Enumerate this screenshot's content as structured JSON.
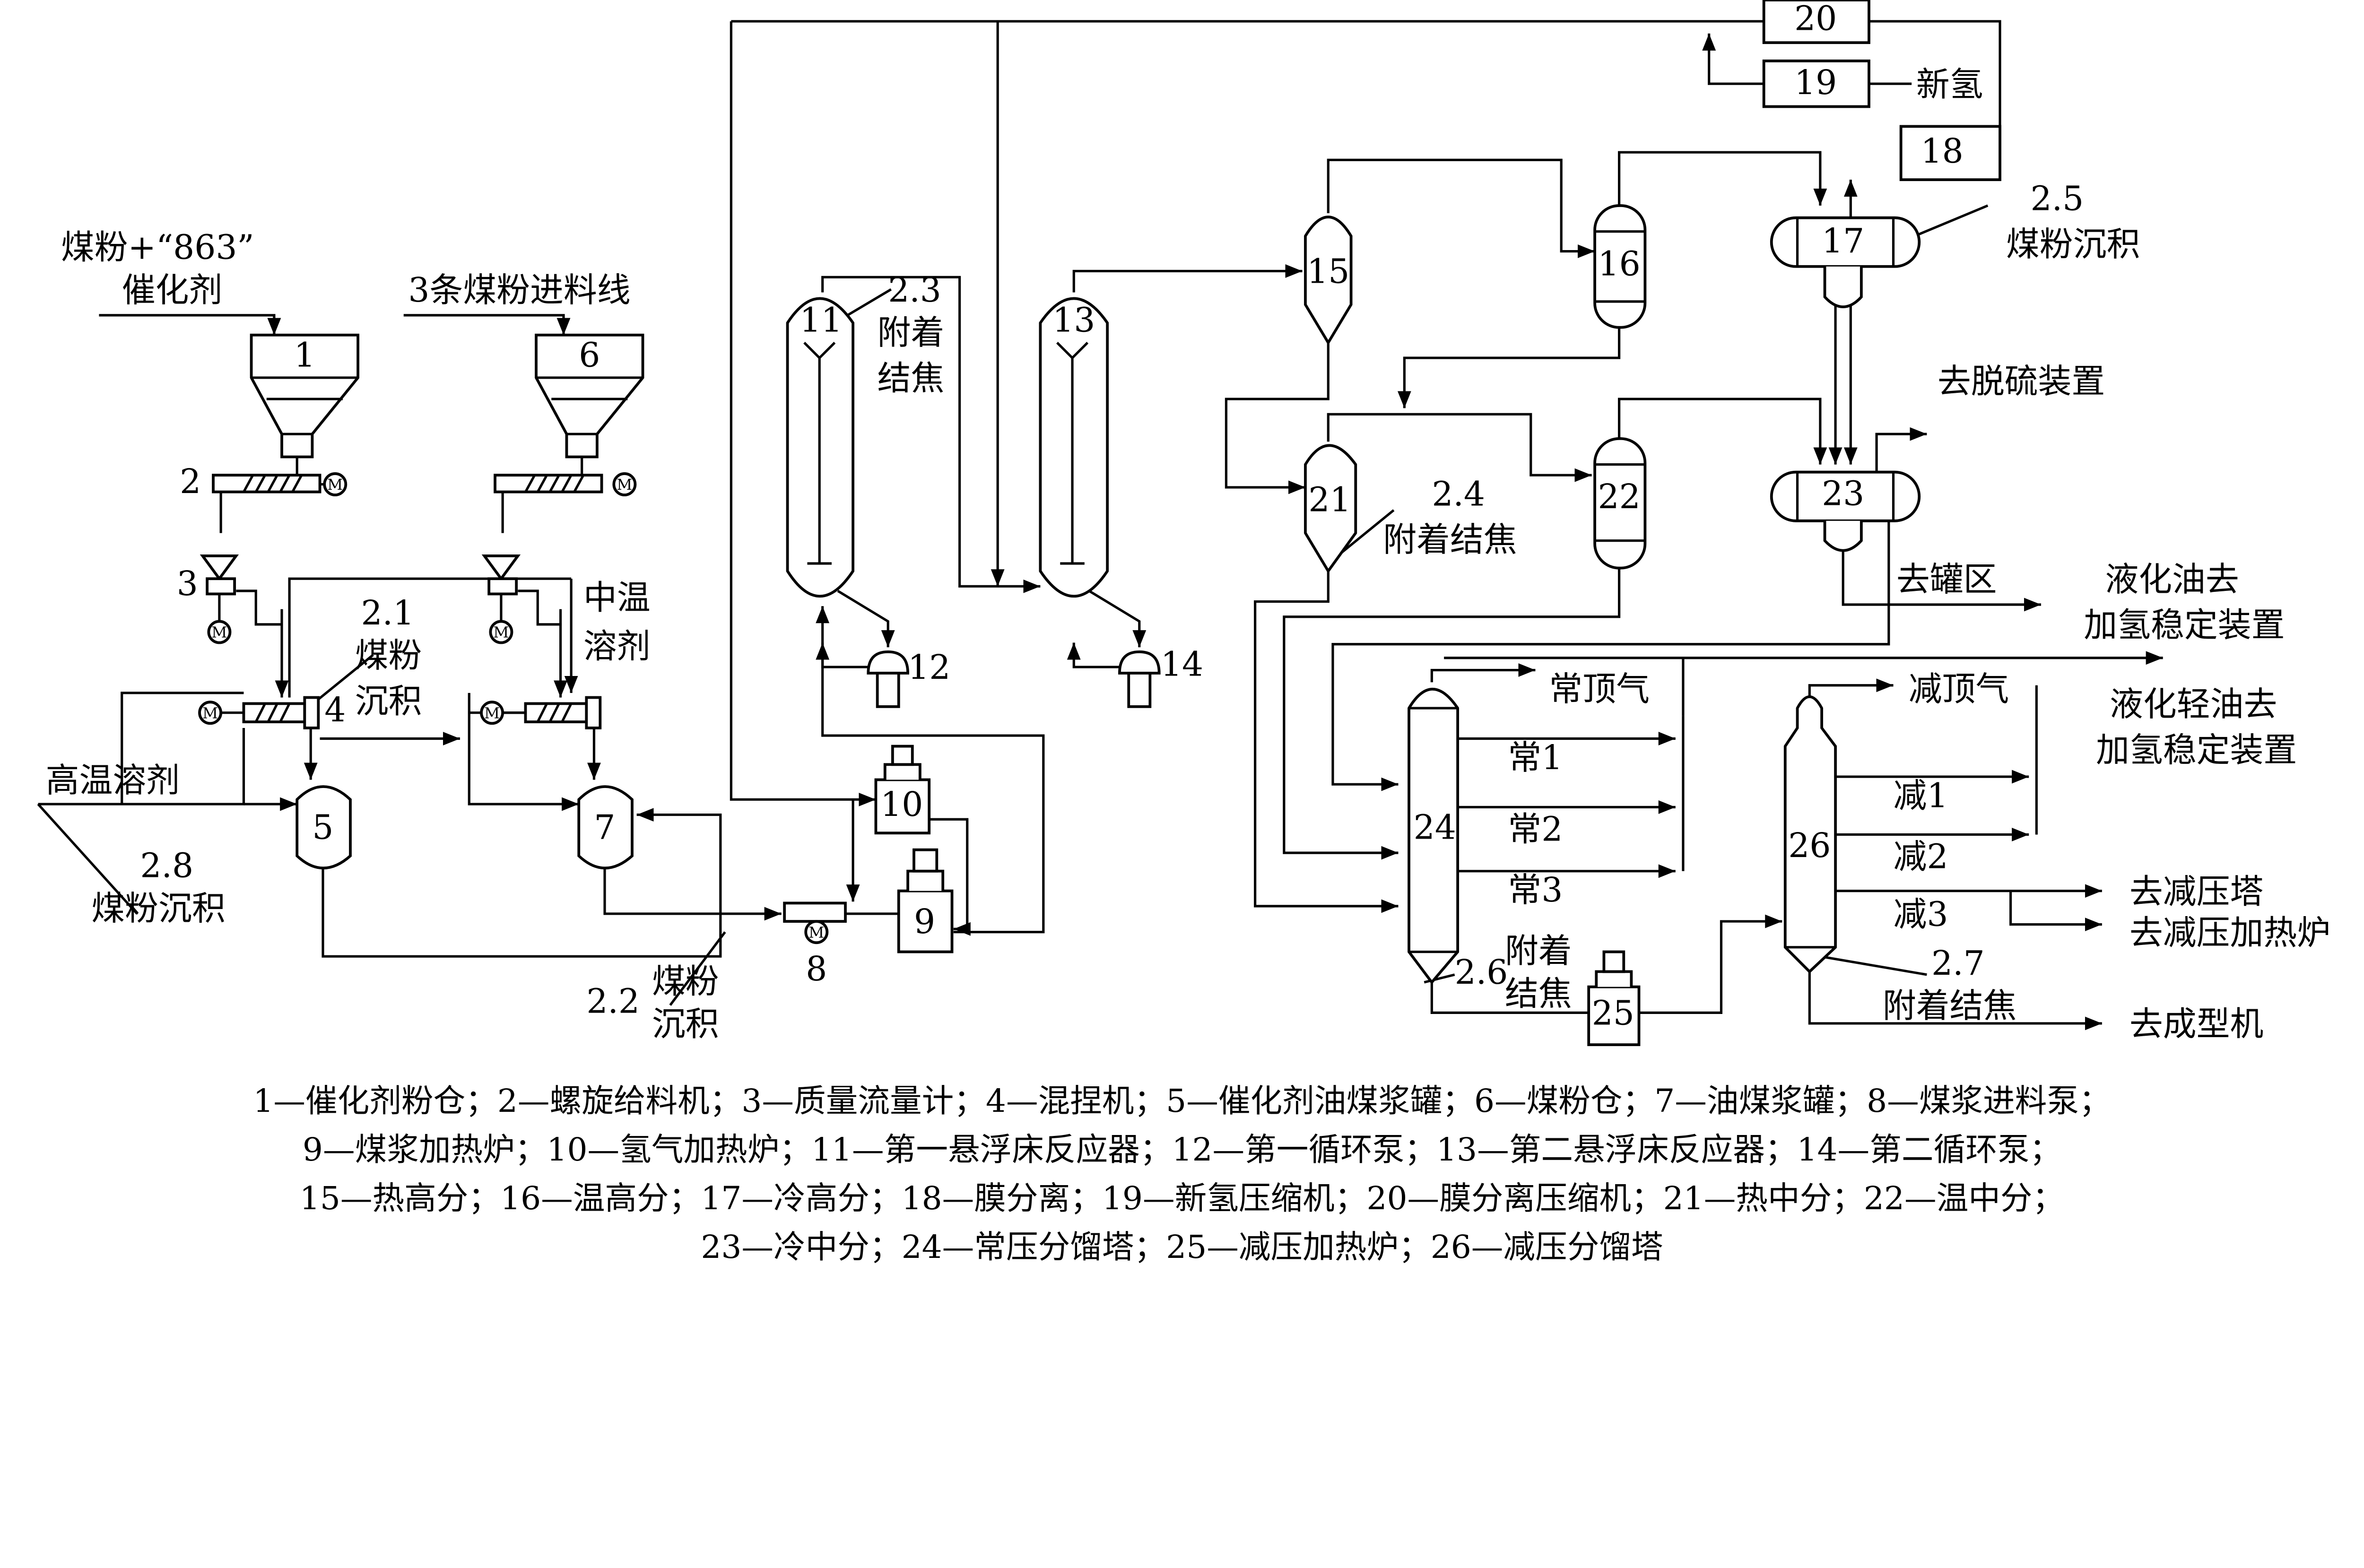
{
  "equipment": {
    "e1": "1",
    "e2": "2",
    "e3": "3",
    "e4": "4",
    "e5": "5",
    "e6": "6",
    "e7": "7",
    "e8": "8",
    "e9": "9",
    "e10": "10",
    "e11": "11",
    "e12": "12",
    "e13": "13",
    "e14": "14",
    "e15": "15",
    "e16": "16",
    "e17": "17",
    "e18": "18",
    "e19": "19",
    "e20": "20",
    "e21": "21",
    "e22": "22",
    "e23": "23",
    "e24": "24",
    "e25": "25",
    "e26": "26",
    "motor": "M"
  },
  "streams": {
    "feed1_a": "煤粉+“863”",
    "feed1_b": "催化剂",
    "feed6": "3条煤粉进料线",
    "mid_solvent_a": "中温",
    "mid_solvent_b": "溶剂",
    "high_solvent": "高温溶剂",
    "new_h2": "新氢",
    "desulf": "去脱硫装置",
    "tank_area": "去罐区",
    "liq_oil_a": "液化油去",
    "liq_oil_b": "加氢稳定装置",
    "light_oil_a": "液化轻油去",
    "light_oil_b": "加氢稳定装置",
    "atm_top": "常顶气",
    "atm1": "常1",
    "atm2": "常2",
    "atm3": "常3",
    "vac_top": "减顶气",
    "vac1": "减1",
    "vac2": "减2",
    "vac3": "减3",
    "to_vac_tower": "去减压塔",
    "to_vac_heater": "去减压加热炉",
    "to_molding": "去成型机"
  },
  "annotations": {
    "a21_num": "2.1",
    "a21_a": "煤粉",
    "a21_b": "沉积",
    "a22_num": "2.2",
    "a22_a": "煤粉",
    "a22_b": "沉积",
    "a23_num": "2.3",
    "a23_a": "附着",
    "a23_b": "结焦",
    "a24_num": "2.4",
    "a24_a": "附着结焦",
    "a25_num": "2.5",
    "a25_a": "煤粉沉积",
    "a26_num": "2.6",
    "a26_a": "附着",
    "a26_b": "结焦",
    "a27_num": "2.7",
    "a27_a": "附着结焦",
    "a28_num": "2.8",
    "a28_a": "煤粉沉积"
  },
  "legend": [
    "1—催化剂粉仓；2—螺旋给料机；3—质量流量计；4—混捏机；5—催化剂油煤浆罐；6—煤粉仓；7—油煤浆罐；8—煤浆进料泵；",
    "9—煤浆加热炉；10—氢气加热炉；11—第一悬浮床反应器；12—第一循环泵；13—第二悬浮床反应器；14—第二循环泵；",
    "15—热高分；16—温高分；17—冷高分；18—膜分离；19—新氢压缩机；20—膜分离压缩机；21—热中分；22—温中分；",
    "23—冷中分；24—常压分馏塔；25—减压加热炉；26—减压分馏塔"
  ]
}
